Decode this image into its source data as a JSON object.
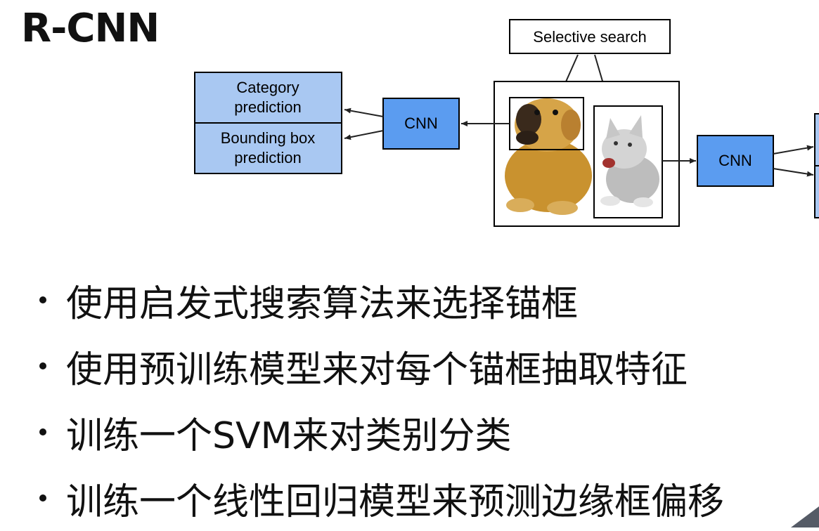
{
  "slide": {
    "title": "R-CNN",
    "bullets": [
      "使用启发式搜索算法来选择锚框",
      "使用预训练模型来对每个锚框抽取特征",
      "训练一个SVM来对类别分类",
      "训练一个线性回归模型来预测边缘框偏移"
    ]
  },
  "diagram": {
    "selective_search": "Selective search",
    "cnn_left": "CNN",
    "cnn_right": "CNN",
    "category_line1": "Category",
    "category_line2": "prediction",
    "bbox_line1": "Bounding box",
    "bbox_line2": "prediction",
    "colors": {
      "box_fill": "#a9c8f2",
      "cnn_fill": "#5b9cf0",
      "stroke": "#000000"
    }
  }
}
